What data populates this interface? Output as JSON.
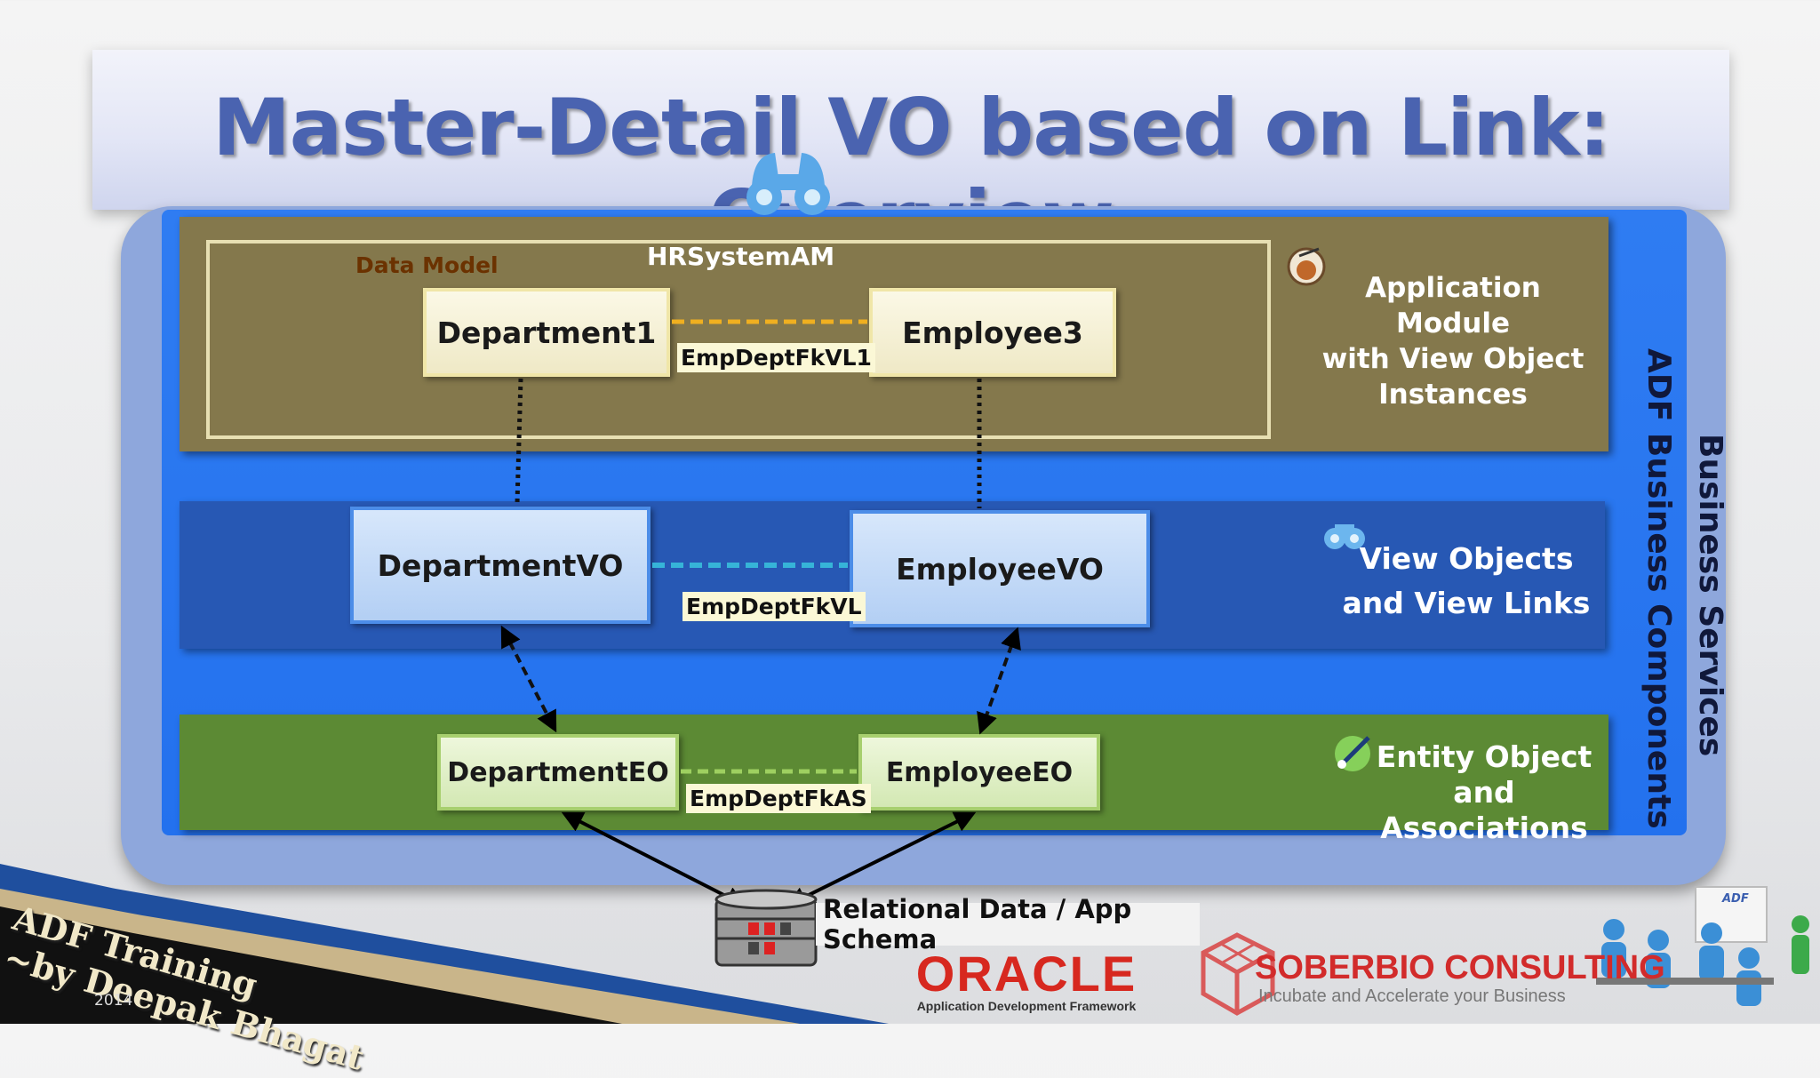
{
  "title": "Master-Detail VO based on Link: Overview",
  "app_module": {
    "section_label": "Data Model",
    "am_name": "HRSystemAM",
    "nodes": [
      "Department1",
      "Employee3"
    ],
    "link_label": "EmpDeptFkVL1",
    "band_label_lines": [
      "Application Module",
      "with View Object",
      "Instances"
    ]
  },
  "view_objects": {
    "nodes": [
      "DepartmentVO",
      "EmployeeVO"
    ],
    "link_label": "EmpDeptFkVL",
    "band_label_lines": [
      "View Objects",
      "and View Links"
    ]
  },
  "entity_objects": {
    "nodes": [
      "DepartmentEO",
      "EmployeeEO"
    ],
    "link_label": "EmpDeptFkAS",
    "band_label_lines": [
      "Entity Object",
      "and Associations"
    ]
  },
  "vertical_labels": {
    "adf_bc": "ADF Business Components",
    "business_services": "Business Services"
  },
  "database_label": "Relational Data / App Schema",
  "footer": {
    "training_line1": "ADF Training",
    "training_line2": "~by Deepak Bhagat",
    "year": "2014",
    "oracle_word": "ORACLE",
    "oracle_subtitle": "Application Development Framework",
    "soberbio_name": "SOBERBIO CONSULTING",
    "soberbio_tagline": "Incubate and Accelerate your Business",
    "adf_badge": "ADF"
  },
  "colors": {
    "title": "#4a63b0",
    "am_band": "#84784c",
    "vo_band": "#2758b4",
    "eo_band": "#5c8a34",
    "outer_blue": "#2371ee",
    "am_link": "#f0b020",
    "vo_link": "#36b4d8",
    "eo_link": "#9ed060"
  },
  "icons": [
    "binoculars-icon",
    "app-module-icon",
    "view-object-icon",
    "entity-object-icon",
    "database-icon",
    "trainer-illustration-icon"
  ]
}
